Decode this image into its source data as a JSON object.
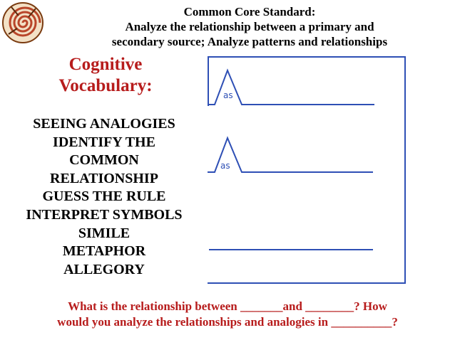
{
  "header": {
    "line1": "Common  Core Standard:",
    "line2": "Analyze the relationship between a primary and",
    "line3": "secondary source;  Analyze patterns and relationships"
  },
  "vocab": {
    "title_line1": "Cognitive",
    "title_line2": "Vocabulary:",
    "items": [
      "SEEING ANALOGIES",
      "IDENTIFY THE",
      "COMMON",
      "RELATIONSHIP",
      "GUESS THE RULE",
      "INTERPRET SYMBOLS",
      "SIMILE",
      "METAPHOR",
      "ALLEGORY"
    ]
  },
  "diagram": {
    "as_label_1": "as",
    "as_label_2": "as",
    "line_color": "#2e4fb5"
  },
  "question": {
    "line1": "What is the relationship between _______and ________? How",
    "line2": "would you analyze the relationships and analogies in __________?"
  },
  "colors": {
    "title_red": "#b71c1c",
    "frame_blue": "#2e4fb5"
  },
  "icons": {
    "logo": "spiral-logo-icon"
  }
}
